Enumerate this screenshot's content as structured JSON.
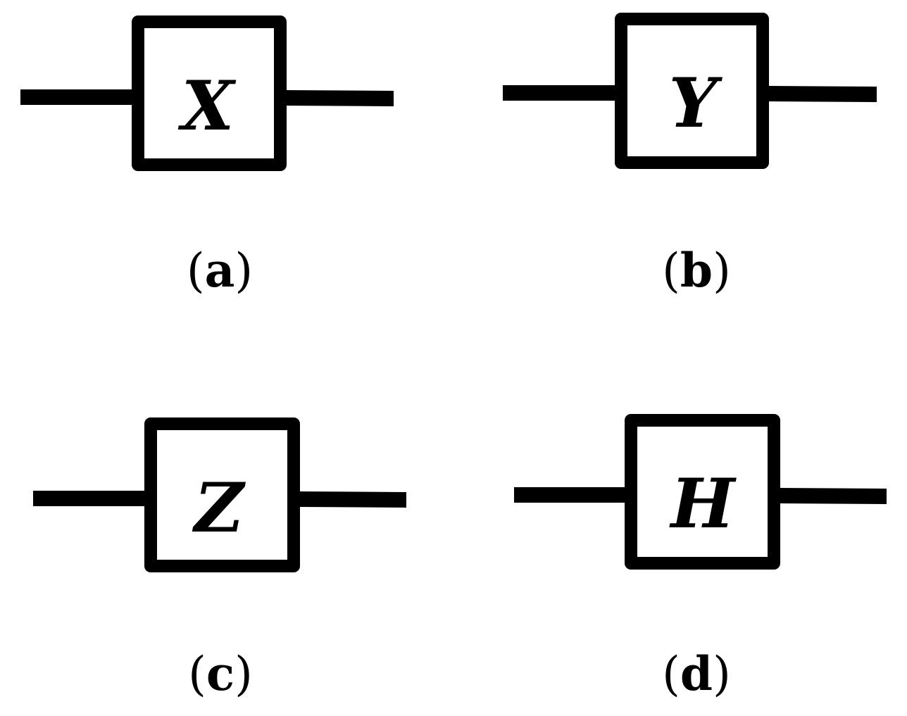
{
  "gates": [
    {
      "symbol": "X",
      "caption_letter": "a"
    },
    {
      "symbol": "Y",
      "caption_letter": "b"
    },
    {
      "symbol": "Z",
      "caption_letter": "c"
    },
    {
      "symbol": "H",
      "caption_letter": "d"
    }
  ],
  "caption_open": "(",
  "caption_close": ")",
  "colors": {
    "line": "#000000",
    "background": "#ffffff"
  }
}
